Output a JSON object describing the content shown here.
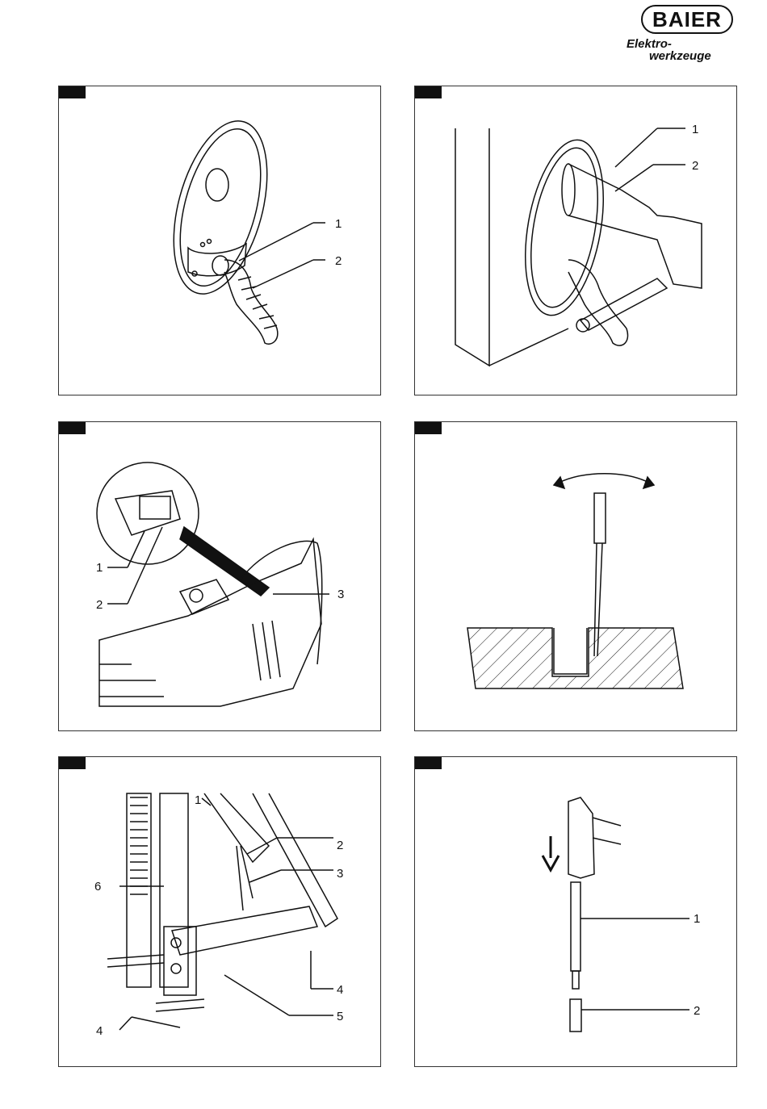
{
  "logo": {
    "brand": "BAIER",
    "line1": "Elektro-",
    "line2": "werkzeuge"
  },
  "figures": [
    {
      "labels": [
        "1",
        "2"
      ]
    },
    {
      "labels": [
        "1",
        "2"
      ]
    },
    {
      "labels": [
        "1",
        "2",
        "3"
      ]
    },
    {
      "labels": []
    },
    {
      "labels": [
        "1",
        "2",
        "3",
        "4",
        "5",
        "6",
        "4"
      ]
    },
    {
      "labels": [
        "1",
        "2"
      ]
    }
  ]
}
